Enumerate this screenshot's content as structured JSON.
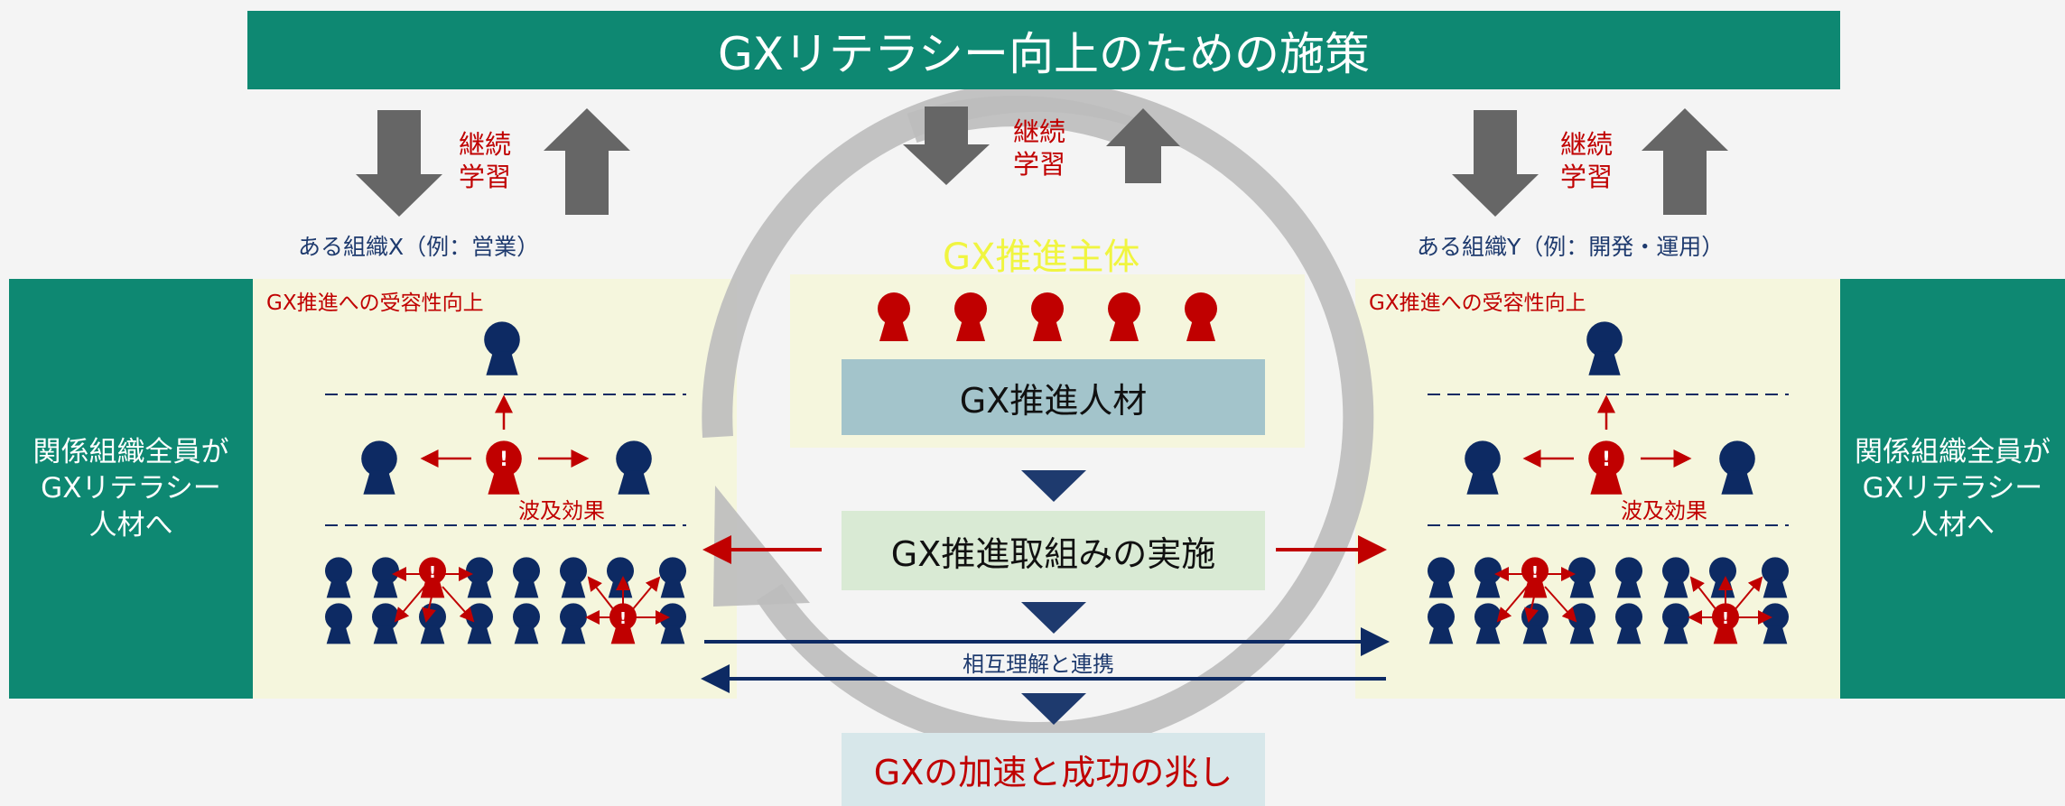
{
  "banner": {
    "title": "GXリテラシー向上のための施策"
  },
  "left_panel": {
    "lines": [
      "関係組織全員が",
      "GXリテラシー",
      "人材へ"
    ]
  },
  "right_panel": {
    "lines": [
      "関係組織全員が",
      "GXリテラシー",
      "人材へ"
    ]
  },
  "continuous_learning": {
    "line1": "継続",
    "line2": "学習"
  },
  "org_x": {
    "label": "ある組織X（例：営業）",
    "acceptance": "GX推進への受容性向上",
    "ripple": "波及効果"
  },
  "org_y": {
    "label": "ある組織Y（例：開発・運用）",
    "acceptance": "GX推進への受容性向上",
    "ripple": "波及効果"
  },
  "center": {
    "title": "GX推進主体",
    "talent": "GX推進人材",
    "implementation": "GX推進取組みの実施",
    "mutual": "相互理解と連携",
    "result": "GXの加速と成功の兆し"
  },
  "colors": {
    "teal": "#0e8872",
    "navy": "#0d2a63",
    "red": "#c00000",
    "cream": "#f5f6dd",
    "gray_arrow": "#666666",
    "ring": "#c4c4c4",
    "yellow": "#f0f540"
  }
}
